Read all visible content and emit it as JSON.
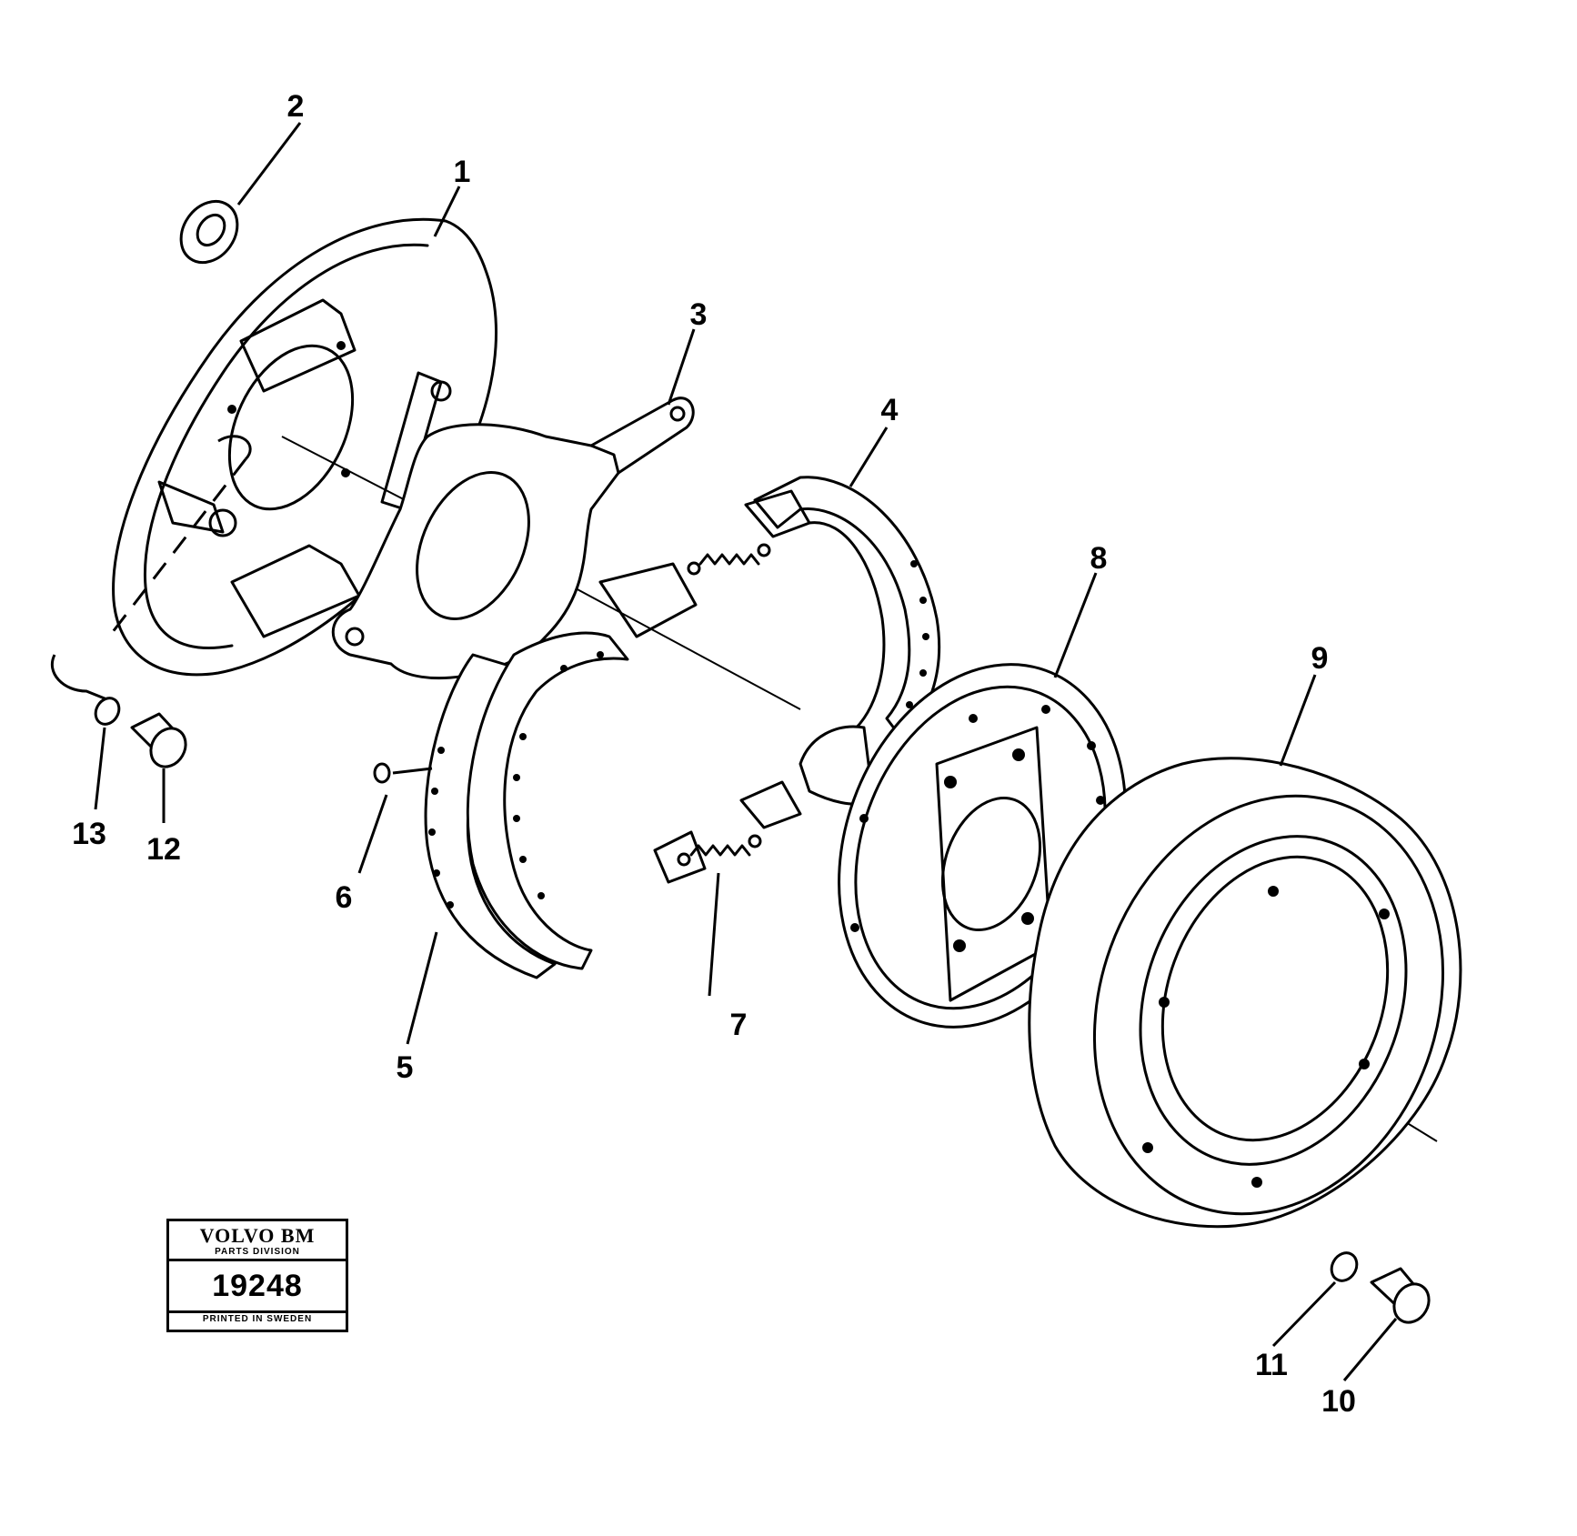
{
  "callouts": {
    "c1": "1",
    "c2": "2",
    "c3": "3",
    "c4": "4",
    "c5": "5",
    "c6": "6",
    "c7": "7",
    "c8": "8",
    "c9": "9",
    "c10": "10",
    "c11": "11",
    "c12": "12",
    "c13": "13"
  },
  "stamp": {
    "brand": "VOLVO BM",
    "division": "PARTS DIVISION",
    "number": "19248",
    "printed": "PRINTED IN SWEDEN"
  },
  "colors": {
    "ink": "#000000",
    "paper": "#ffffff"
  }
}
